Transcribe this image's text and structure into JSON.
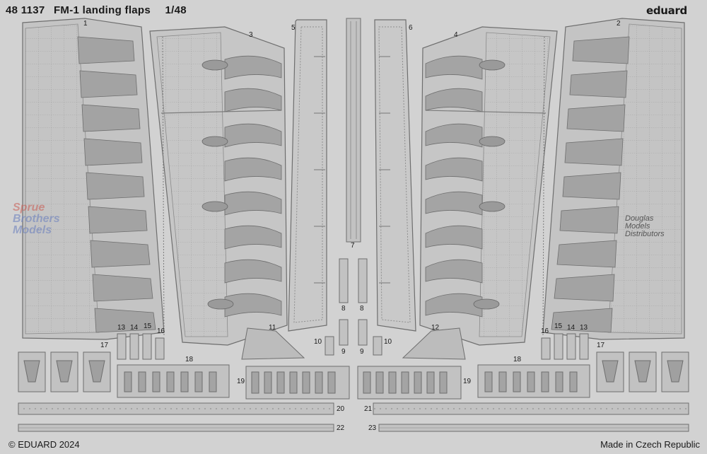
{
  "sheet": {
    "code": "48 1137",
    "name": "FM-1 landing flaps",
    "scale": "1/48",
    "brand": "eduard",
    "copyright": "© EDUARD 2024",
    "origin": "Made in Czech Republic"
  },
  "watermarks": {
    "left": [
      "Sprue",
      "Brothers",
      "Models"
    ],
    "right": [
      "Douglas",
      "Models",
      "Distributors"
    ]
  },
  "part_numbers": [
    "1",
    "2",
    "3",
    "4",
    "5",
    "6",
    "7",
    "8",
    "8",
    "9",
    "9",
    "10",
    "10",
    "11",
    "12",
    "13",
    "14",
    "15",
    "16",
    "13",
    "14",
    "15",
    "16",
    "17",
    "17",
    "18",
    "18",
    "19",
    "19",
    "20",
    "21",
    "22",
    "23"
  ],
  "colors": {
    "sheet": "#d2d2d2",
    "part": "#bdbdbd",
    "part_dark": "#9f9f9f",
    "outline": "#6e6e6e"
  }
}
